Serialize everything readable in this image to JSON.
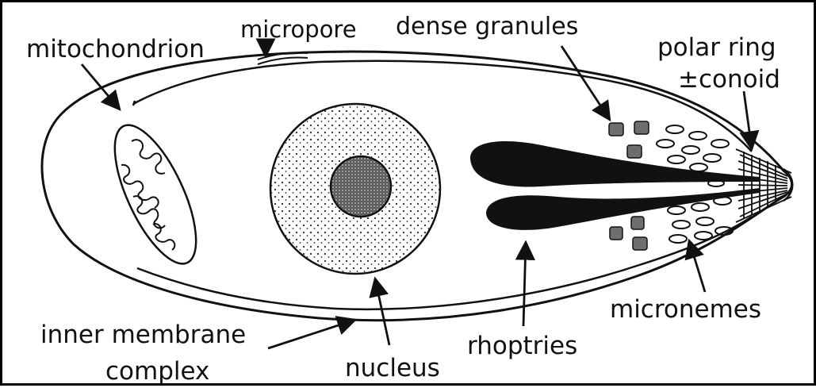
{
  "labels": {
    "mitochondrion": "mitochondrion",
    "micropore": "micropore",
    "dense_granules": "dense granules",
    "polar_ring_line1": "polar ring",
    "polar_ring_line2": "±conoid",
    "inner_membrane_line1": "inner membrane",
    "inner_membrane_line2": "complex",
    "nucleus": "nucleus",
    "rhoptries": "rhoptries",
    "micronemes": "micronemes"
  },
  "colors": {
    "ink": "#111111",
    "granule": "#6e6e6e",
    "background": "#ffffff"
  }
}
